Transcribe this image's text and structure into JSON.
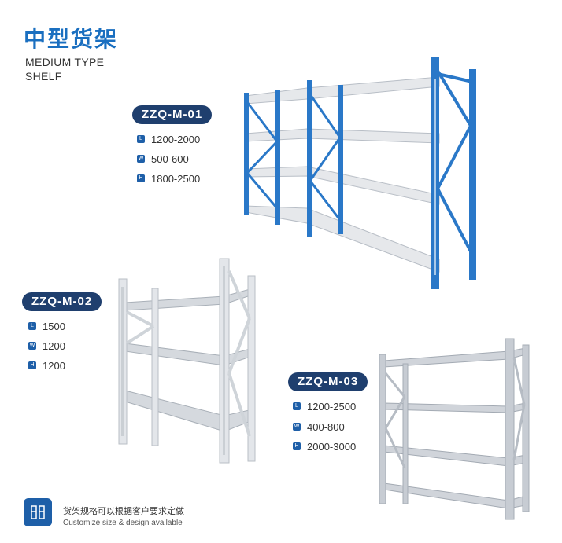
{
  "header": {
    "title_cn": "中型货架",
    "title_en_line1": "MEDIUM TYPE",
    "title_en_line2": "SHELF"
  },
  "products": [
    {
      "model": "ZZQ-M-01",
      "color": "blue",
      "specs": [
        {
          "icon": "L",
          "value": "1200-2000"
        },
        {
          "icon": "W",
          "value": "500-600"
        },
        {
          "icon": "H",
          "value": "1800-2500"
        }
      ]
    },
    {
      "model": "ZZQ-M-02",
      "color": "light-grey",
      "specs": [
        {
          "icon": "L",
          "value": "1500"
        },
        {
          "icon": "W",
          "value": "1200"
        },
        {
          "icon": "H",
          "value": "1200"
        }
      ]
    },
    {
      "model": "ZZQ-M-03",
      "color": "grey",
      "specs": [
        {
          "icon": "L",
          "value": "1200-2500"
        },
        {
          "icon": "W",
          "value": "400-800"
        },
        {
          "icon": "H",
          "value": "2000-3000"
        }
      ]
    }
  ],
  "footer": {
    "icon": "shelf-icon",
    "text_cn": "货架规格可以根据客户要求定做",
    "text_en": "Customize size & design available"
  },
  "colors": {
    "title": "#1a6fc0",
    "pill": "#1f3f6e",
    "icon_square": "#1e5fa8",
    "rack_blue": "#2a78c8",
    "rack_light": "#dde1e6",
    "rack_grey": "#c7ccd3"
  }
}
